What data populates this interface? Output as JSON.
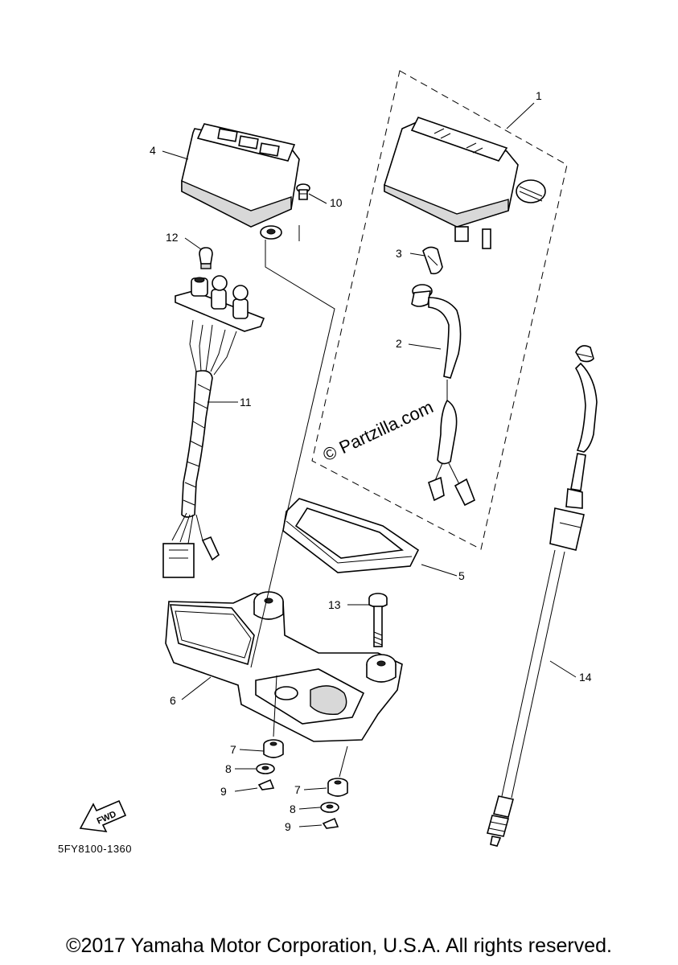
{
  "diagram": {
    "callouts": {
      "c1": "1",
      "c2": "2",
      "c3": "3",
      "c4": "4",
      "c5": "5",
      "c6": "6",
      "c7a": "7",
      "c7b": "7",
      "c8a": "8",
      "c8b": "8",
      "c9a": "9",
      "c9b": "9",
      "c10": "10",
      "c11": "11",
      "c12": "12",
      "c13": "13",
      "c14": "14"
    },
    "watermark": "© Partzilla.com",
    "fwd_label": "FWD",
    "diagram_code": "5FY8100-1360"
  },
  "footer": {
    "copyright": "©2017 Yamaha Motor Corporation, U.S.A. All rights reserved."
  }
}
